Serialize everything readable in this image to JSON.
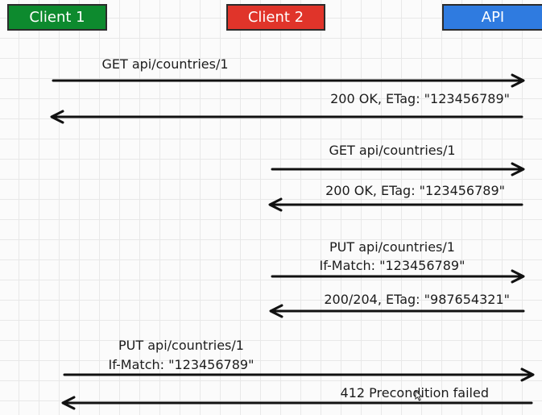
{
  "actors": {
    "client1": {
      "label": "Client 1",
      "color": "#0d8a2e"
    },
    "client2": {
      "label": "Client 2",
      "color": "#e0342a"
    },
    "api": {
      "label": "API",
      "color": "#2f7be0"
    }
  },
  "messages": [
    {
      "id": "m1",
      "from": "client1",
      "to": "api",
      "lines": [
        "GET api/countries/1"
      ]
    },
    {
      "id": "m2",
      "from": "api",
      "to": "client1",
      "lines": [
        "200 OK, ETag: \"123456789\""
      ]
    },
    {
      "id": "m3",
      "from": "client2",
      "to": "api",
      "lines": [
        "GET api/countries/1"
      ]
    },
    {
      "id": "m4",
      "from": "api",
      "to": "client2",
      "lines": [
        "200 OK, ETag: \"123456789\""
      ]
    },
    {
      "id": "m5",
      "from": "client2",
      "to": "api",
      "lines": [
        "PUT api/countries/1",
        "If-Match: \"123456789\""
      ]
    },
    {
      "id": "m6",
      "from": "api",
      "to": "client2",
      "lines": [
        "200/204, ETag: \"987654321\""
      ]
    },
    {
      "id": "m7",
      "from": "client1",
      "to": "api",
      "lines": [
        "PUT api/countries/1",
        "If-Match: \"123456789\""
      ]
    },
    {
      "id": "m8",
      "from": "api",
      "to": "client1",
      "lines": [
        "412  Precondition failed"
      ]
    }
  ],
  "arrow_color": "#111111",
  "icons": {
    "cursor": "mouse-pointer-icon"
  }
}
